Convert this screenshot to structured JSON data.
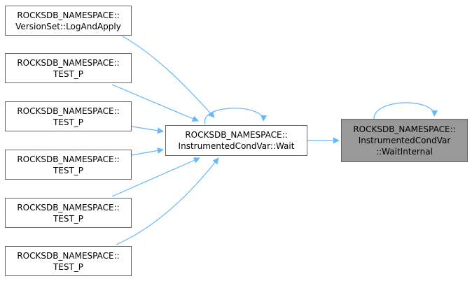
{
  "colors": {
    "edge": "#63b8ff",
    "node_border": "#666666",
    "node_fill": "#ffffff",
    "current_fill": "#999999"
  },
  "nodes": {
    "log_and_apply": {
      "line1": "ROCKSDB_NAMESPACE::",
      "line2": "VersionSet::LogAndApply"
    },
    "test_p_1": {
      "line1": "ROCKSDB_NAMESPACE::",
      "line2": "TEST_P"
    },
    "test_p_2": {
      "line1": "ROCKSDB_NAMESPACE::",
      "line2": "TEST_P"
    },
    "test_p_3": {
      "line1": "ROCKSDB_NAMESPACE::",
      "line2": "TEST_P"
    },
    "test_p_4": {
      "line1": "ROCKSDB_NAMESPACE::",
      "line2": "TEST_P"
    },
    "test_p_5": {
      "line1": "ROCKSDB_NAMESPACE::",
      "line2": "TEST_P"
    },
    "wait": {
      "line1": "ROCKSDB_NAMESPACE::",
      "line2": "InstrumentedCondVar::Wait"
    },
    "wait_internal": {
      "line1": "ROCKSDB_NAMESPACE::",
      "line2": "InstrumentedCondVar",
      "line3": "::WaitInternal"
    }
  }
}
